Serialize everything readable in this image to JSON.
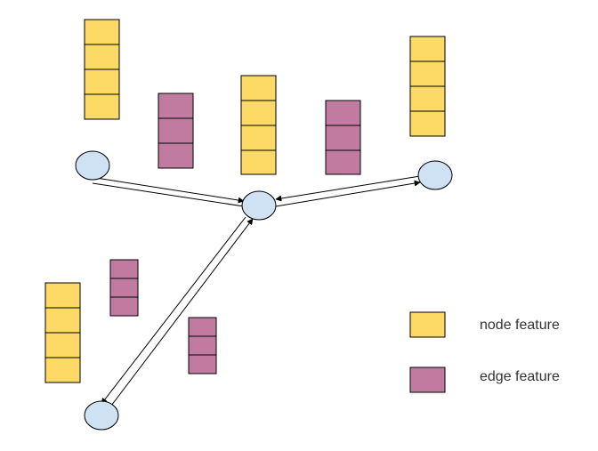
{
  "legend": {
    "node_label": "node feature",
    "edge_label": "edge feature"
  },
  "colors": {
    "node_feature": "#fdd966",
    "edge_feature": "#c27ba0",
    "node_circle": "#cfe2f3",
    "stroke": "#000000"
  },
  "nodes": [
    "top-left",
    "center",
    "right",
    "bottom-left"
  ],
  "edges": [
    {
      "from": "top-left",
      "to": "center"
    },
    {
      "from": "center",
      "to": "right"
    },
    {
      "from": "right",
      "to": "center"
    },
    {
      "from": "center",
      "to": "bottom-left"
    },
    {
      "from": "bottom-left",
      "to": "center"
    }
  ]
}
